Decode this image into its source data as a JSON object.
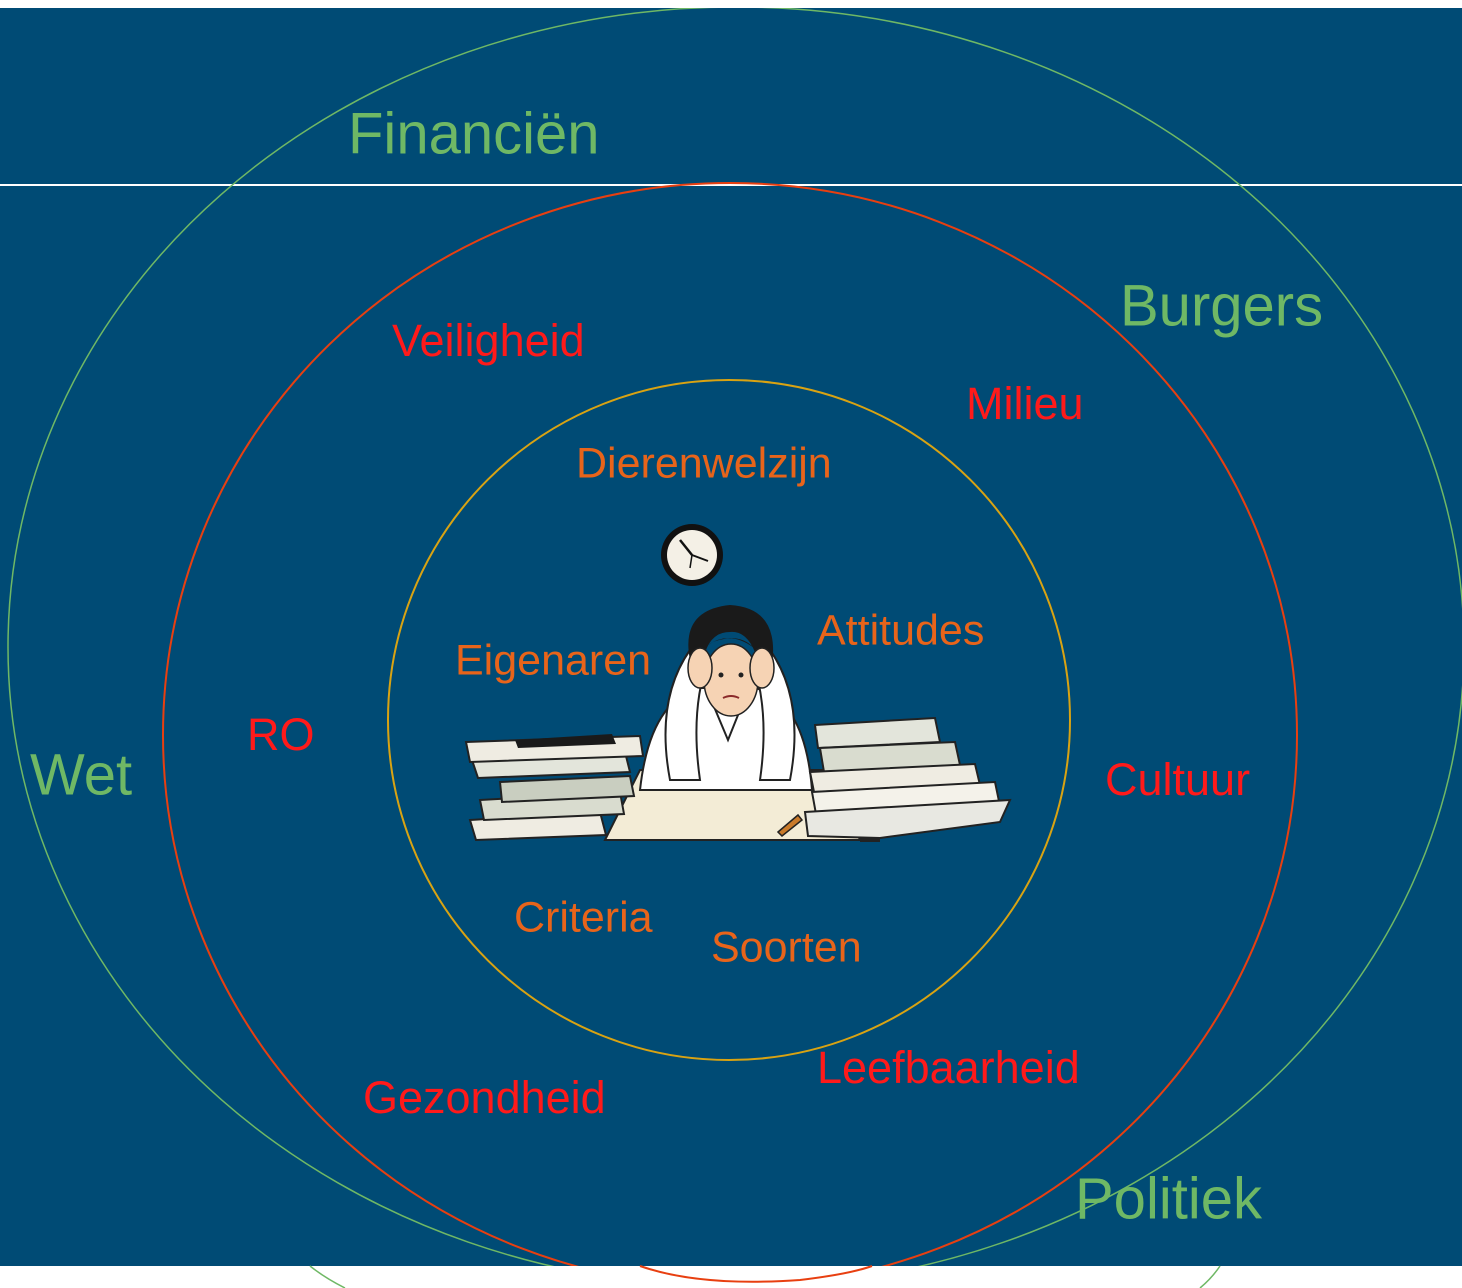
{
  "colors": {
    "background": "#004b75",
    "outer_ring": "#6fb865",
    "middle_ring": "#e83f10",
    "inner_ring": "#d9a312",
    "outer_text": "#6fb865",
    "middle_text": "#ff1a1a",
    "inner_text": "#e8641a",
    "divider": "#ffffff"
  },
  "outer_ring": {
    "labels": {
      "financien": "Financiën",
      "burgers": "Burgers",
      "wet": "Wet",
      "politiek": "Politiek"
    }
  },
  "middle_ring": {
    "labels": {
      "veiligheid": "Veiligheid",
      "milieu": "Milieu",
      "ro": "RO",
      "cultuur": "Cultuur",
      "leefbaarheid": "Leefbaarheid",
      "gezondheid": "Gezondheid"
    }
  },
  "inner_ring": {
    "labels": {
      "dierenwelzijn": "Dierenwelzijn",
      "attitudes": "Attitudes",
      "eigenaren": "Eigenaren",
      "criteria": "Criteria",
      "soorten": "Soorten"
    }
  },
  "center": {
    "icons": [
      "clock-icon",
      "stressed-worker-illustration"
    ]
  }
}
